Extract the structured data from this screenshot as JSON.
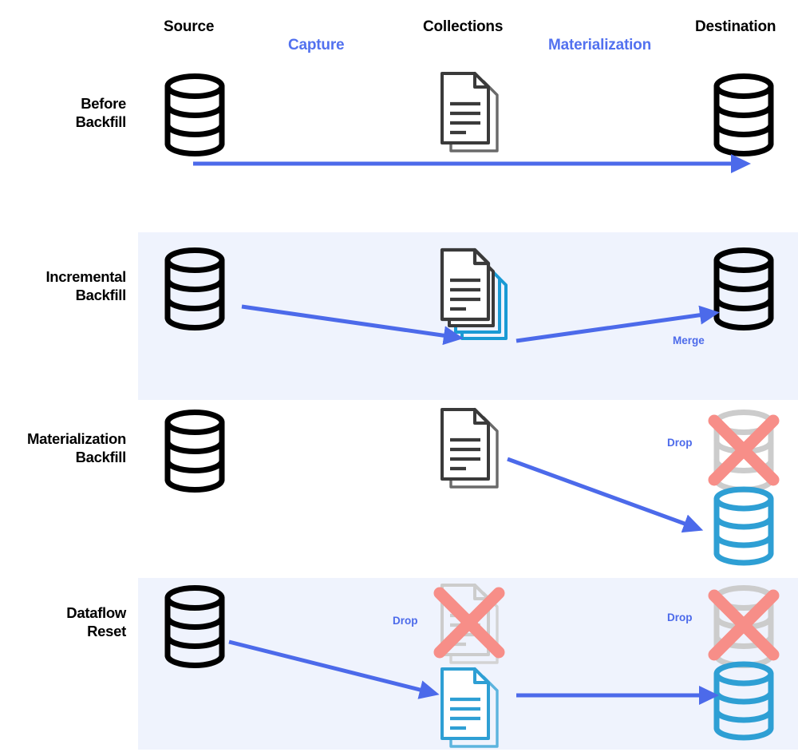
{
  "diagram": {
    "title": "Backfill modes: Before Backfill, Incremental Backfill, Materialization Backfill, Dataflow Reset",
    "colors": {
      "accent_blue": "#5271ef",
      "arrow_blue": "#4c6aea",
      "cyan": "#2e9fd4",
      "doc_dark": "#3a3a3a",
      "black": "#000000",
      "muted_gray": "#cccccc",
      "drop_red": "#f78e88",
      "band_bg": "#eff3fd",
      "page_bg": "#ffffff"
    }
  },
  "columns": [
    {
      "id": "source",
      "label": "Source",
      "style": "black"
    },
    {
      "id": "capture",
      "label": "Capture",
      "style": "accent"
    },
    {
      "id": "collections",
      "label": "Collections",
      "style": "black"
    },
    {
      "id": "materialization",
      "label": "Materialization",
      "style": "accent"
    },
    {
      "id": "destination",
      "label": "Destination",
      "style": "black"
    }
  ],
  "rows": [
    {
      "id": "before-backfill",
      "label": "Before\nBackfill",
      "banded": false,
      "source": {
        "icon": "database-icon",
        "state": "active",
        "color": "#000000"
      },
      "collections": {
        "icon": "document-icon",
        "state": "active",
        "color": "#3a3a3a"
      },
      "destination": {
        "icon": "database-icon",
        "state": "active",
        "color": "#000000"
      },
      "notes": [],
      "arrows": [
        {
          "name": "flow-arrow-source-to-destination",
          "from": "source",
          "to": "destination"
        }
      ]
    },
    {
      "id": "incremental-backfill",
      "label": "Incremental\nBackfill",
      "banded": true,
      "source": {
        "icon": "database-icon",
        "state": "active",
        "color": "#000000"
      },
      "collections": {
        "icon": "document-stack-icon",
        "state": "active",
        "color": "#3a3a3a",
        "accent_color": "#2e9fd4",
        "stack_count": 3
      },
      "destination": {
        "icon": "database-icon",
        "state": "active",
        "color": "#000000"
      },
      "notes": [
        {
          "name": "merge-note",
          "text": "Merge"
        }
      ],
      "arrows": [
        {
          "name": "capture-arrow-source-to-collections",
          "from": "source",
          "to": "collections"
        },
        {
          "name": "materialization-arrow-collections-to-destination",
          "from": "collections",
          "to": "destination"
        }
      ]
    },
    {
      "id": "materialization-backfill",
      "label": "Materialization\nBackfill",
      "banded": false,
      "source": {
        "icon": "database-icon",
        "state": "active",
        "color": "#000000"
      },
      "collections": {
        "icon": "document-icon",
        "state": "active",
        "color": "#3a3a3a"
      },
      "destination": {
        "icon": "database-icon",
        "state": "dropped-and-recreated",
        "dropped_color": "#cccccc",
        "new_color": "#2e9fd4"
      },
      "notes": [
        {
          "name": "drop-note-destination",
          "text": "Drop"
        }
      ],
      "arrows": [
        {
          "name": "materialization-arrow-collections-to-new-destination",
          "from": "collections",
          "to": "destination-new"
        }
      ]
    },
    {
      "id": "dataflow-reset",
      "label": "Dataflow\nReset",
      "banded": true,
      "source": {
        "icon": "database-icon",
        "state": "active",
        "color": "#000000"
      },
      "collections": {
        "icon": "document-icon",
        "state": "dropped-and-recreated",
        "dropped_color": "#cccccc",
        "new_color": "#2e9fd4"
      },
      "destination": {
        "icon": "database-icon",
        "state": "dropped-and-recreated",
        "dropped_color": "#cccccc",
        "new_color": "#2e9fd4"
      },
      "notes": [
        {
          "name": "drop-note-collections",
          "text": "Drop"
        },
        {
          "name": "drop-note-destination",
          "text": "Drop"
        }
      ],
      "arrows": [
        {
          "name": "capture-arrow-source-to-new-collections",
          "from": "source",
          "to": "collections-new"
        },
        {
          "name": "materialization-arrow-new-collections-to-new-destination",
          "from": "collections-new",
          "to": "destination-new"
        }
      ]
    }
  ]
}
